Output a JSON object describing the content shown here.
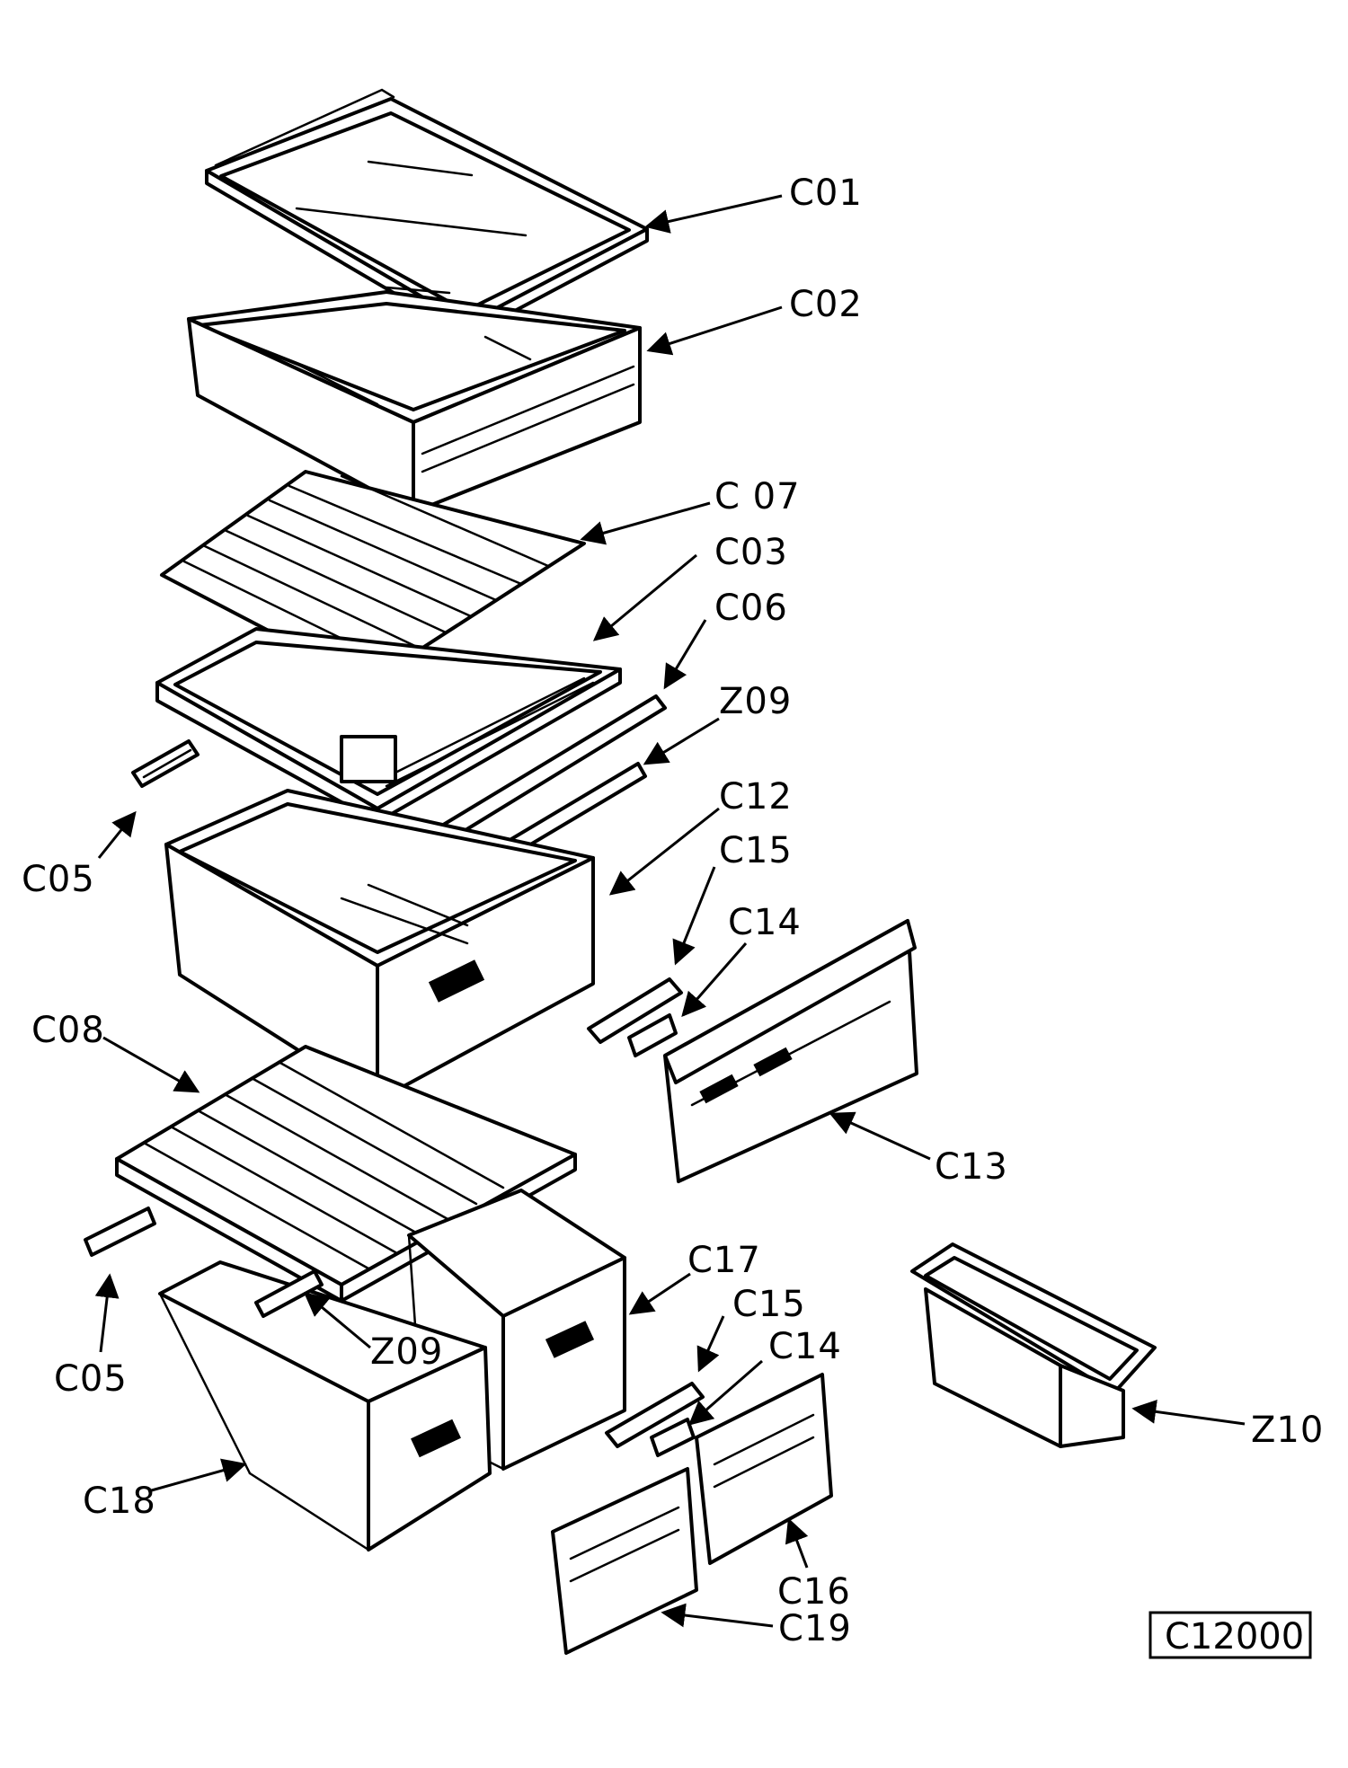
{
  "colors": {
    "ink": "#000000",
    "paper": "#ffffff"
  },
  "diagram_reference": "C12000",
  "callouts": {
    "c01": "C01",
    "c02": "C02",
    "c07": "C 07",
    "c03": "C03",
    "c06": "C06",
    "z09_upper": "Z09",
    "c05_upper": "C05",
    "c12": "C12",
    "c15_upper": "C15",
    "c14_upper": "C14",
    "c08": "C08",
    "c13": "C13",
    "c17": "C17",
    "c15_lower": "C15",
    "c14_lower": "C14",
    "z09_lower": "Z09",
    "c05_lower": "C05",
    "z10": "Z10",
    "c18": "C18",
    "c16": "C16",
    "c19": "C19"
  }
}
